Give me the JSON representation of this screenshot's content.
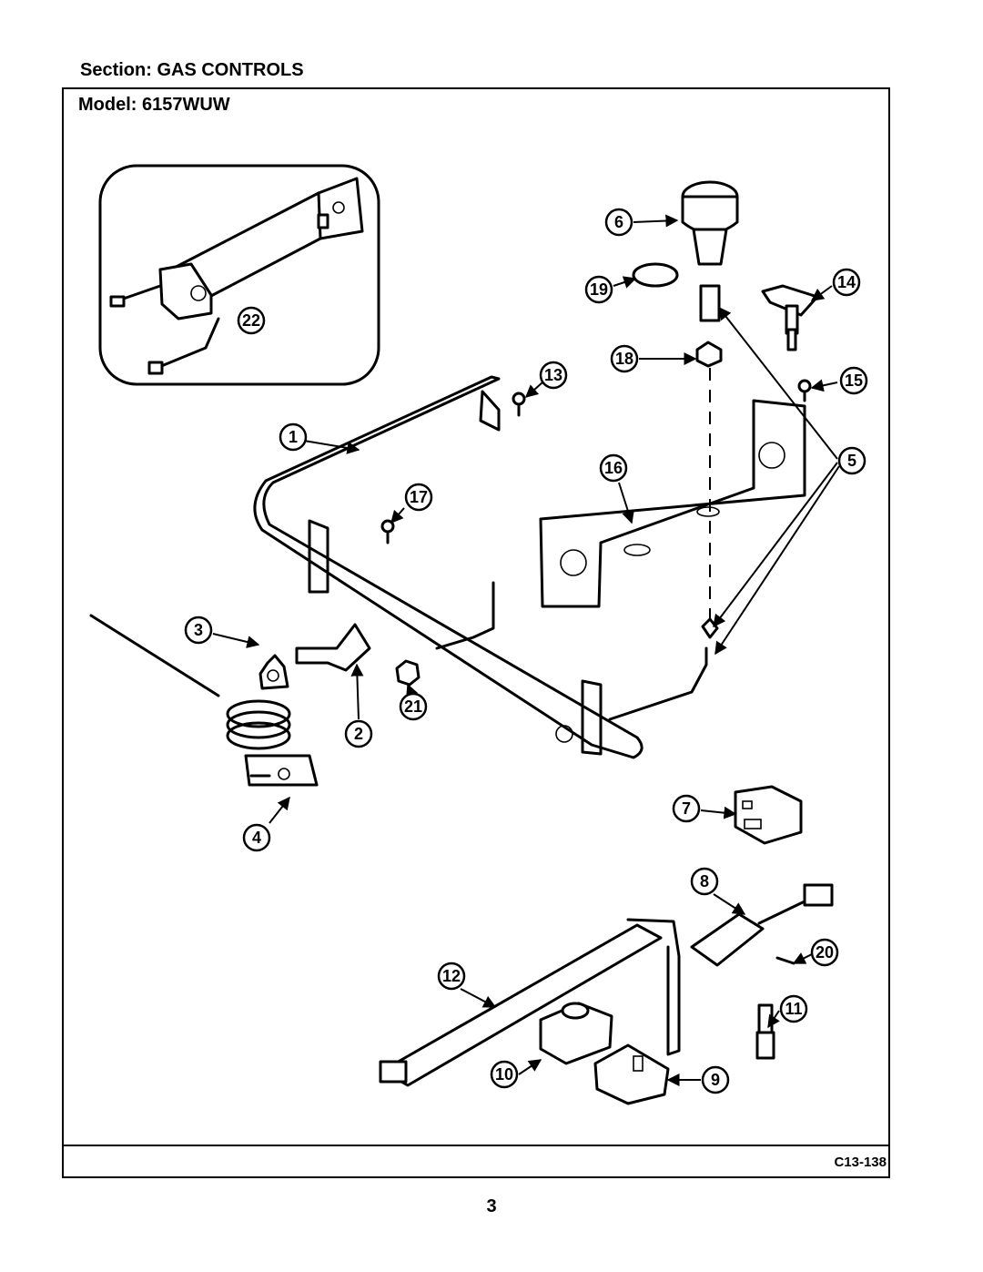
{
  "header": {
    "section_label": "Section:  GAS CONTROLS",
    "model_label": "Model:  6157WUW"
  },
  "footer": {
    "diagram_code": "C13-138",
    "page_number": "3"
  },
  "callouts": [
    "1",
    "2",
    "3",
    "4",
    "5",
    "6",
    "7",
    "8",
    "9",
    "10",
    "11",
    "12",
    "13",
    "14",
    "15",
    "16",
    "17",
    "18",
    "19",
    "20",
    "21",
    "22"
  ]
}
